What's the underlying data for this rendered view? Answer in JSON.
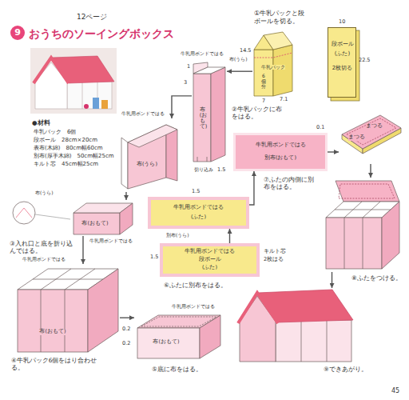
{
  "diagram": {
    "title": "おうちのソーイングボックス",
    "nodes": [
      {
        "text": [
          "9"
        ]
      },
      {
        "text": [
          "牛乳パック",
          "6個分"
        ]
      },
      {
        "text": [
          "段ボール",
          "(ふた)",
          "2枚切る"
        ]
      },
      {
        "text": [
          "布(おもて)"
        ]
      },
      {
        "text": [
          "布(うら)"
        ]
      },
      {
        "text": [
          "布(おもて)"
        ]
      },
      {
        "text": [
          "布(おもて)"
        ]
      },
      {
        "text": [
          "布(おもて)"
        ]
      },
      {
        "text": [
          "牛乳用ボンドではる",
          "段ボール",
          "(ふた)"
        ]
      },
      {
        "text": [
          "牛乳用ボンドではる",
          "(ふた)"
        ]
      },
      {
        "text": [
          "牛乳用ボンドではる",
          "別布(おもて)"
        ]
      },
      {
        "text": [
          "まつる",
          "まつる"
        ]
      },
      {
        "text": [
          "⑧ふたをつける。"
        ]
      },
      {
        "text": [
          "⑨できあがり。"
        ]
      }
    ],
    "edges": [
      {
        "from": 1,
        "to": 3,
        "arrow": "to"
      },
      {
        "from": 3,
        "to": 4,
        "arrow": "to"
      },
      {
        "from": 4,
        "to": 5,
        "arrow": "to"
      },
      {
        "from": 5,
        "to": 6,
        "arrow": "to"
      },
      {
        "from": 6,
        "to": 7,
        "arrow": "to"
      },
      {
        "from": 8,
        "to": 9,
        "arrow": "to"
      },
      {
        "from": 9,
        "to": 10,
        "arrow": "to"
      },
      {
        "from": 10,
        "to": 11,
        "arrow": "to"
      },
      {
        "from": 11,
        "to": 12,
        "arrow": "to"
      },
      {
        "from": 12,
        "to": 13,
        "arrow": "to"
      }
    ],
    "labels": [
      "12ページ",
      "●材料",
      "牛乳パック　6個",
      "段ボール　28cm×20cm",
      "表布(木綿)　80cm幅60cm",
      "別布(厚手木綿)　50cm幅25cm",
      "キルト芯　45cm幅25cm",
      "①牛乳パックと段ボールを切る。",
      "14.5",
      "7",
      "7.1",
      "10",
      "22.5",
      "牛乳用ボンドではる",
      "布(うら)",
      "1",
      "3",
      "切り込み",
      "1.5",
      "②牛乳パックに布をはる。",
      "牛乳用ボンドではる",
      "③入れ口と底を折り込んではる。",
      "布(うら)",
      "牛乳用ボンドではる",
      "④牛乳パック6個をはり合わせる。",
      "牛乳用ボンドではる",
      "⑤底に布をはる。",
      "牛乳用ボンドではる",
      "0.2",
      "0.2",
      "別布(うら)",
      "キルト芯",
      "2枚はる",
      "1.5",
      "⑥ふたに別布をはる。",
      "1.5",
      "0.1",
      "⑦ふたの内側に別布をはる。",
      "45"
    ]
  }
}
